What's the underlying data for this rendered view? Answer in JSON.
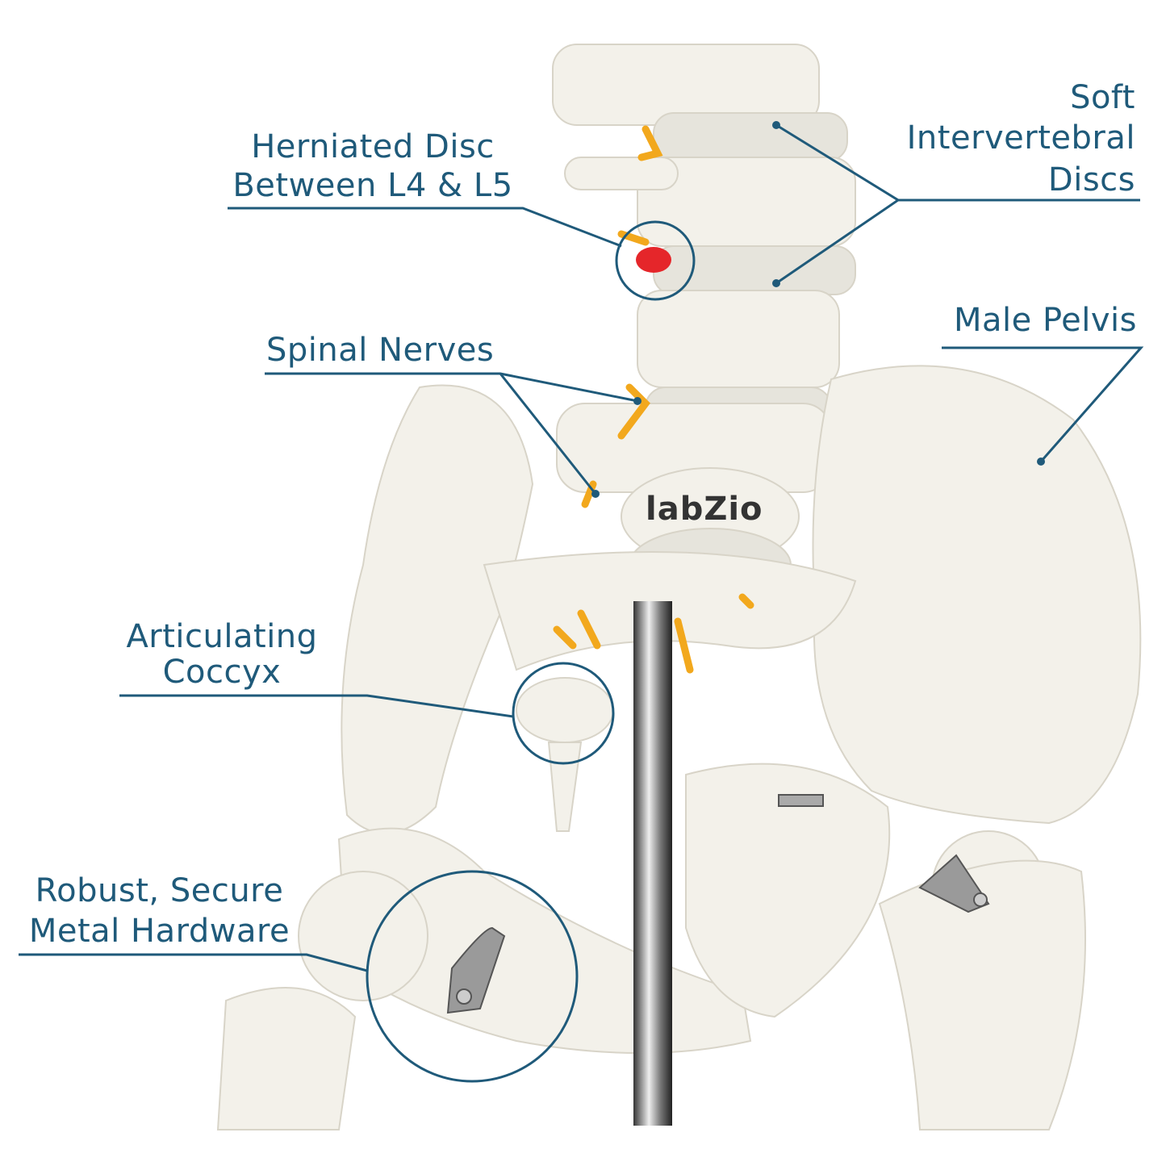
{
  "labels": {
    "herniated": {
      "line1": "Herniated Disc",
      "line2": "Between L4 & L5"
    },
    "soft_discs": {
      "line1": "Soft",
      "line2": "Intervertebral",
      "line3": "Discs"
    },
    "pelvis": {
      "line1": "Male Pelvis"
    },
    "nerves": {
      "line1": "Spinal Nerves"
    },
    "coccyx": {
      "line1": "Articulating",
      "line2": "Coccyx"
    },
    "hardware": {
      "line1": "Robust, Secure",
      "line2": "Metal Hardware"
    }
  },
  "brand": {
    "logo_text": "labZio"
  },
  "colors": {
    "label": "#1f5a7a",
    "bone": "#f3f1ea",
    "disc": "#e6e4dc",
    "nerve": "#f2a81d",
    "herniation": "#e5262a",
    "logo_accent": "#2bb6d4"
  }
}
